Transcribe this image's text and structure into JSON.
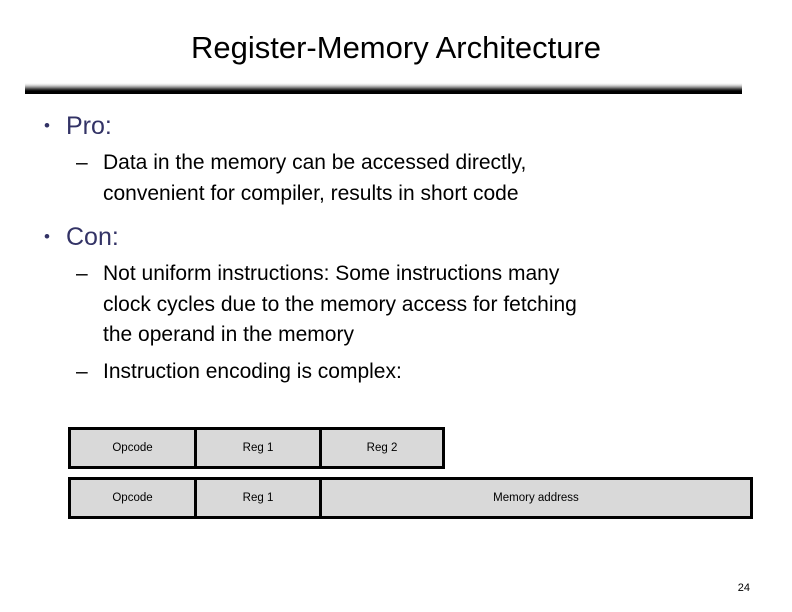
{
  "slide": {
    "title": "Register-Memory Architecture",
    "page_number": "24",
    "accent_color": "#333366",
    "table_fill_color": "#d9d9d9",
    "background_color": "#ffffff"
  },
  "body": {
    "bullet_marker": "•",
    "sub_bullet_marker": "–",
    "sections": [
      {
        "heading": "Pro:",
        "items": [
          {
            "lines": [
              "Data in the memory can be accessed directly,",
              "convenient for compiler, results in short code"
            ]
          }
        ]
      },
      {
        "heading": "Con:",
        "items": [
          {
            "lines": [
              "Not uniform instructions: Some instructions many",
              "clock cycles due to the memory access for fetching",
              "the operand in the memory"
            ]
          },
          {
            "lines": [
              "Instruction encoding is complex:"
            ]
          }
        ]
      }
    ]
  },
  "instruction_formats": [
    {
      "name": "register-register-format",
      "cells": [
        "Opcode",
        "Reg 1",
        "Reg 2"
      ]
    },
    {
      "name": "register-memory-format",
      "cells": [
        "Opcode",
        "Reg 1",
        "Memory address"
      ]
    }
  ]
}
